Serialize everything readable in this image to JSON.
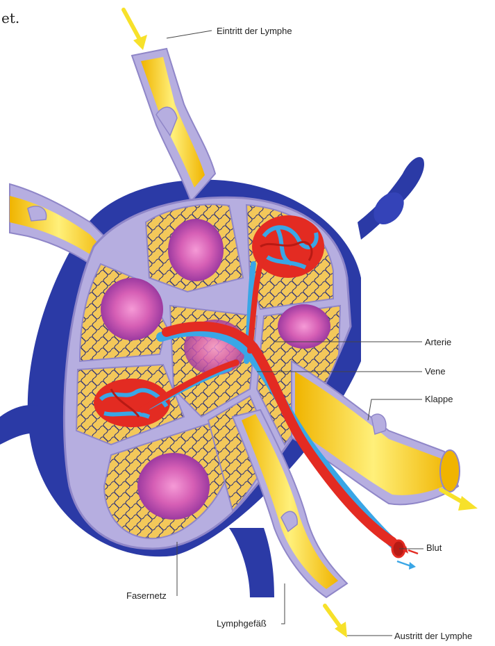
{
  "top_left_fragment": "et.",
  "labels": {
    "entry": "Eintritt der Lymphe",
    "artery": "Arterie",
    "vein": "Vene",
    "valve": "Klappe",
    "blood": "Blut",
    "fiber_net": "Fasernetz",
    "lymph_vessel": "Lymphgefäß",
    "exit": "Austritt der Lymphe"
  },
  "colors": {
    "capsule": "#2b3aa6",
    "capsule_dark": "#1b2580",
    "septum": "#b6aee0",
    "septum_edge": "#8f86c8",
    "lymph": "#f4cc1e",
    "lymph_light": "#fde75e",
    "follicle": "#c84fa6",
    "follicle_center": "#f07ec8",
    "artery": "#e32b22",
    "vein": "#3aa6e6",
    "fiber": "#2a2f7a",
    "arrow_yellow": "#f7e12a"
  }
}
